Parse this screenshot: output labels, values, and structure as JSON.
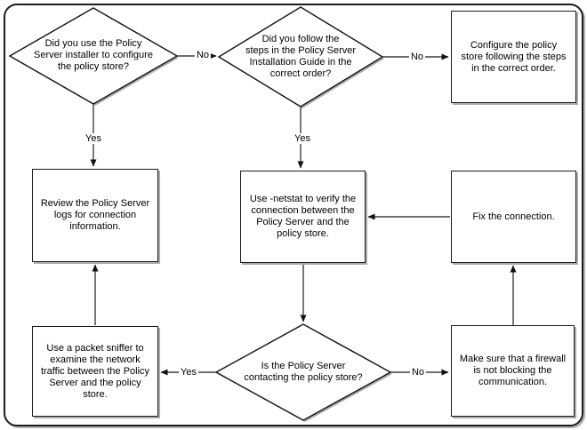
{
  "colors": {
    "background": "#ffffff",
    "shape_fill": "#ffffff",
    "border": "#1b1b1b",
    "connector_line": "#3f3f3f",
    "arrowhead": "#111111",
    "text": "#000000",
    "shadow": "#ababab"
  },
  "diagram": {
    "type": "flowchart",
    "nodes": {
      "installer_question": {
        "shape": "decision",
        "text": "Did you use the Policy\nServer installer to configure\nthe policy store?"
      },
      "follow_steps_question": {
        "shape": "decision",
        "text": "Did you follow the\nsteps in the Policy Server\nInstallation Guide in the\ncorrect order?"
      },
      "configure_store": {
        "shape": "process",
        "text": "Configure the policy\nstore following the steps\nin the correct order."
      },
      "review_logs": {
        "shape": "process",
        "text": "Review the Policy Server\nlogs for connection\ninformation."
      },
      "use_netstat": {
        "shape": "process",
        "text": "Use -netstat to verify the\nconnection between the\nPolicy Server and the\npolicy store."
      },
      "fix_connection": {
        "shape": "process",
        "text": "Fix the connection."
      },
      "contacting_question": {
        "shape": "decision",
        "text": "Is the Policy Server\ncontacting the policy store?"
      },
      "packet_sniffer": {
        "shape": "process",
        "text": "Use a packet sniffer to\nexamine the network\ntraffic between the Policy\nServer and the policy\nstore."
      },
      "firewall_check": {
        "shape": "process",
        "text": "Make sure that a firewall\nis not blocking the\ncommunication."
      }
    },
    "edges": [
      {
        "from": "installer_question",
        "to": "follow_steps_question",
        "label": "No"
      },
      {
        "from": "follow_steps_question",
        "to": "configure_store",
        "label": "No"
      },
      {
        "from": "installer_question",
        "to": "review_logs",
        "label": "Yes"
      },
      {
        "from": "follow_steps_question",
        "to": "use_netstat",
        "label": "Yes"
      },
      {
        "from": "use_netstat",
        "to": "contacting_question",
        "label": ""
      },
      {
        "from": "contacting_question",
        "to": "packet_sniffer",
        "label": "Yes"
      },
      {
        "from": "contacting_question",
        "to": "firewall_check",
        "label": "No"
      },
      {
        "from": "firewall_check",
        "to": "fix_connection",
        "label": ""
      },
      {
        "from": "fix_connection",
        "to": "use_netstat",
        "label": ""
      },
      {
        "from": "packet_sniffer",
        "to": "review_logs",
        "label": ""
      }
    ]
  }
}
